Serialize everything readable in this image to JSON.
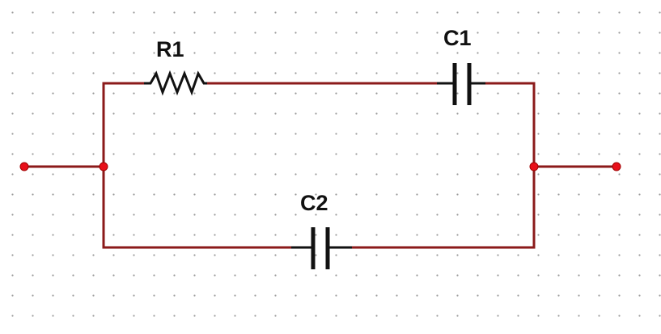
{
  "components": {
    "r1": {
      "label": "R1"
    },
    "c1": {
      "label": "C1"
    },
    "c2": {
      "label": "C2"
    }
  },
  "colors": {
    "wire": "#8b1a1a",
    "component": "#111111",
    "node": "#e8101a",
    "grid_dot": "#9a9a9a"
  }
}
